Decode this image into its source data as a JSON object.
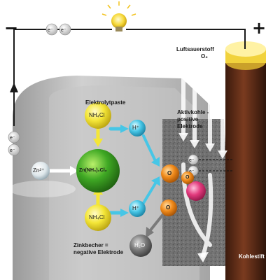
{
  "terminals": {
    "negative": "−",
    "positive": "+"
  },
  "electron": "e⁻",
  "labels": {
    "luftsauerstoff": "Luftsauerstoff",
    "o2": "O₂",
    "elektrolytpaste": "Elektrolytpaste",
    "aktivkohle_line1": "Aktivkohle -",
    "aktivkohle_line2": "positive",
    "aktivkohle_line3": "Elektrode",
    "zinkbecher_line1": "Zinkbecher =",
    "zinkbecher_line2": "negative Elektrode",
    "kohlestift": "Kohlestift"
  },
  "molecules": {
    "zn_ion": "Zn²⁺",
    "zinc_complex": "Zn(NH₃)₂Cl₂",
    "nh4cl_top": "NH₄Cl",
    "nh4cl_bottom": "NH₄Cl",
    "h_top": "H⁺",
    "h_bottom": "H⁺",
    "h2o": "H₂O",
    "o_top": "O",
    "o_bottom": "O",
    "o_right": "O"
  },
  "colors": {
    "zinc_cup": "#b9b9b9",
    "carbon_rod": "#5a2a17",
    "rod_cap": "#f1d23c",
    "zinc_complex": "#3fa824",
    "ammonium_chloride": "#f4e637",
    "hydrogen_ion": "#47c6e6",
    "oxygen": "#f08a1a",
    "manganese": "#e23a7d",
    "water": "#7a7a7a",
    "zinc_ion": "#dde6ea"
  }
}
